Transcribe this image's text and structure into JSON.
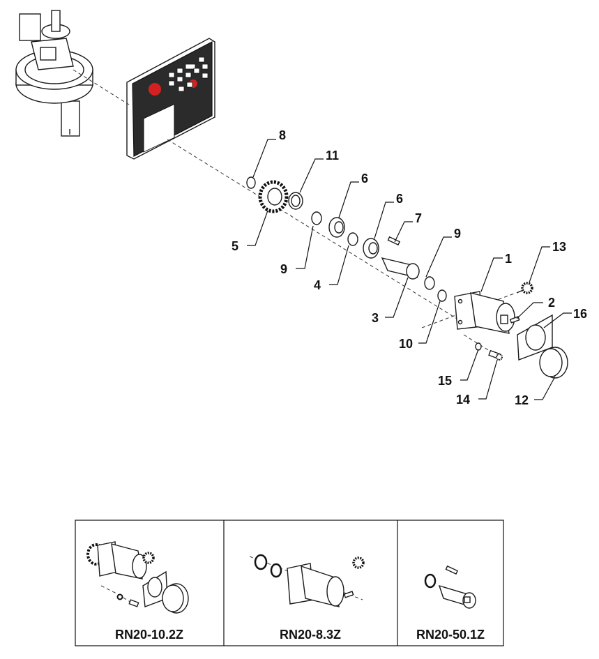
{
  "callouts": [
    {
      "id": "8",
      "text": "8"
    },
    {
      "id": "11",
      "text": "11"
    },
    {
      "id": "6a",
      "text": "6"
    },
    {
      "id": "6b",
      "text": "6"
    },
    {
      "id": "7",
      "text": "7"
    },
    {
      "id": "9a",
      "text": "9"
    },
    {
      "id": "5",
      "text": "5"
    },
    {
      "id": "9b",
      "text": "9"
    },
    {
      "id": "4",
      "text": "4"
    },
    {
      "id": "1",
      "text": "1"
    },
    {
      "id": "13",
      "text": "13"
    },
    {
      "id": "2",
      "text": "2"
    },
    {
      "id": "16",
      "text": "16"
    },
    {
      "id": "3",
      "text": "3"
    },
    {
      "id": "10",
      "text": "10"
    },
    {
      "id": "15",
      "text": "15"
    },
    {
      "id": "14",
      "text": "14"
    },
    {
      "id": "12",
      "text": "12"
    }
  ],
  "kits": [
    {
      "label": "RN20-10.2Z"
    },
    {
      "label": "RN20-8.3Z"
    },
    {
      "label": "RN20-50.1Z"
    }
  ],
  "colors": {
    "line": "#1a1a1a",
    "panel": "#2b2b2b",
    "accent_red": "#d42020",
    "background": "#ffffff"
  }
}
